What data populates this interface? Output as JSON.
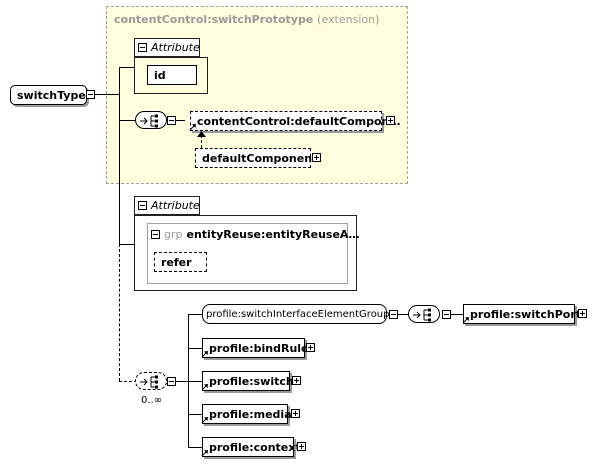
{
  "root": {
    "label": "switchType"
  },
  "extension": {
    "name": "contentControl:switchPrototype",
    "suffix": "(extension)",
    "attribute_group": {
      "title": "Attribute",
      "items": [
        "id"
      ]
    },
    "sequence": {
      "items": [
        "contentControl:defaultCompon…"
      ],
      "optional_items": [
        "defaultComponent"
      ]
    }
  },
  "attribute_group": {
    "title": "Attribute",
    "group_prefix": "grp",
    "group_name": "entityReuse:entityReuseA…",
    "items": [
      "refer"
    ]
  },
  "content_sequence": {
    "occurrence": "0..∞",
    "group_ref": "profile:switchInterfaceElementGroup",
    "group_child": "profile:switchPort",
    "elements": [
      "profile:bindRule",
      "profile:switch",
      "profile:media",
      "profile:context"
    ]
  }
}
